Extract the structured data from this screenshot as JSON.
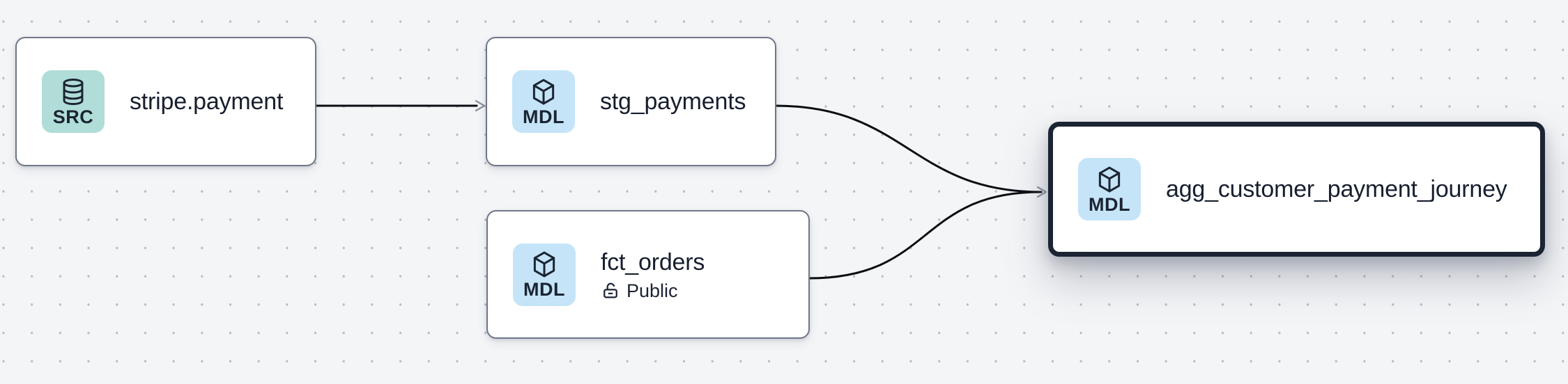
{
  "canvas": {
    "background_color": "#f4f5f7",
    "dot_color": "#b7bcc5",
    "edge_color": "#0b0d12",
    "arrowhead_color": "#8a919f",
    "node_border_color": "#6e7787",
    "selected_border_color": "#1b2433",
    "text_color": "#171f2e"
  },
  "nodes": [
    {
      "id": "stripe.payment",
      "title": "stripe.payment",
      "badge_label": "SRC",
      "badge_color": "#b0ddd7",
      "icon": "database-icon",
      "type": "source",
      "selected": false
    },
    {
      "id": "stg_payments",
      "title": "stg_payments",
      "badge_label": "MDL",
      "badge_color": "#c5e4f8",
      "icon": "cube-icon",
      "type": "model",
      "selected": false
    },
    {
      "id": "fct_orders",
      "title": "fct_orders",
      "badge_label": "MDL",
      "badge_color": "#c5e4f8",
      "icon": "cube-icon",
      "type": "model",
      "subtitle": "Public",
      "subtitle_icon": "unlock-icon",
      "selected": false
    },
    {
      "id": "agg_customer_payment_journey",
      "title": "agg_customer_payment_journey",
      "badge_label": "MDL",
      "badge_color": "#c5e4f8",
      "icon": "cube-icon",
      "type": "model",
      "selected": true
    }
  ],
  "edges": [
    {
      "from": "stripe.payment",
      "to": "stg_payments",
      "shape": "straight"
    },
    {
      "from": "stg_payments",
      "to": "agg_customer_payment_journey",
      "shape": "bezier"
    },
    {
      "from": "fct_orders",
      "to": "agg_customer_payment_journey",
      "shape": "bezier"
    }
  ]
}
